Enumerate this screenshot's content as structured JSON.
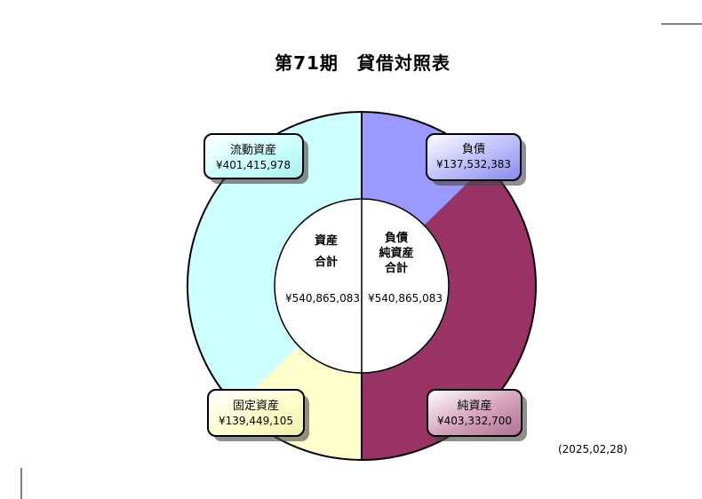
{
  "chart_data": {
    "type": "pie",
    "title": "第71期　貸借対照表",
    "date": "(2025,02,28)",
    "center": {
      "left_title_lines": [
        "資産",
        "合計"
      ],
      "left_value": "¥540,865,083",
      "right_title_lines": [
        "負債",
        "純資産",
        "合計"
      ],
      "right_value": "¥540,865,083"
    },
    "left": {
      "total": 540865083,
      "segments": [
        {
          "name": "流動資産",
          "value": 401415978,
          "display": "¥401,415,978",
          "color": "#ccffff",
          "label_color": "#ccffff"
        },
        {
          "name": "固定資産",
          "value": 139449105,
          "display": "¥139,449,105",
          "color": "#ffffcc",
          "label_color": "#ffffcc"
        }
      ]
    },
    "right": {
      "total": 540865083,
      "segments": [
        {
          "name": "負債",
          "value": 137532383,
          "display": "¥137,532,383",
          "color": "#9999ff",
          "label_color": "#c8c8ff"
        },
        {
          "name": "純資産",
          "value": 403332700,
          "display": "¥403,332,700",
          "color": "#993366",
          "label_color": "#d8a8c0"
        }
      ]
    }
  }
}
